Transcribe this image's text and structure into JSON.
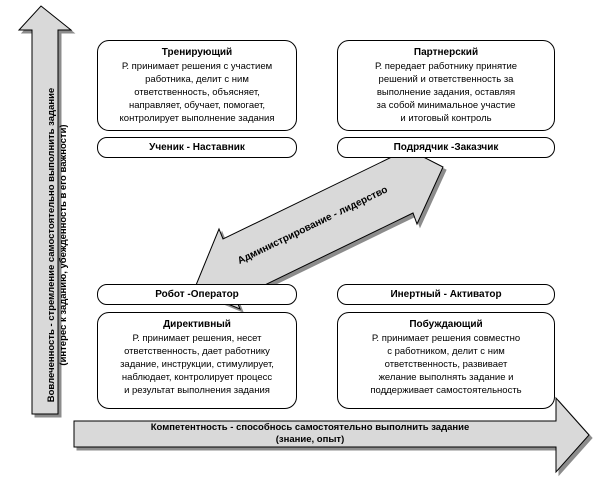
{
  "axes": {
    "y_label_line1": "Вовлеченность - стремление самостоятельно выполнить задание",
    "y_label_line2": "(интерес к заданию, убежденность в его важности)",
    "x_label_line1": "Компетентность - способнось самостоятельно выполнить задание",
    "x_label_line2": "(знание, опыт)",
    "diagonal_label": "Администрирование - лидерство"
  },
  "quadrants": {
    "top_left": {
      "title": "Тренирующий",
      "lines": [
        "Р. принимает решения с участием",
        "работника, делит с ним",
        "ответственность, объясняет,",
        "направляет, обучает, помогает,",
        "контролирует выполнение задания"
      ],
      "role": "Ученик - Наставник"
    },
    "top_right": {
      "title": "Партнерский",
      "lines": [
        "Р. передает работнику  принятие",
        "решений и ответственность за",
        "выполнение задания, оставляя",
        "за  собой  минимальное участие",
        "и  итоговый контроль"
      ],
      "role": "Подрядчик -Заказчик"
    },
    "bottom_left": {
      "title": "Директивный",
      "lines": [
        "Р. принимает решения, несет",
        "ответственность, дает  работнику",
        "задание,  инструкции, стимулирует,",
        "наблюдает, контролирует процесс",
        "и результат выполнения  задания"
      ],
      "role": "Робот -Оператор"
    },
    "bottom_right": {
      "title": "Побуждающий",
      "lines": [
        "Р. принимает решения совместно",
        "с работником, делит с ним",
        "ответственность, развивает",
        "желание выполнять задание и",
        "поддерживает самостоятельность"
      ],
      "role": "Инертный - Активатор"
    }
  },
  "colors": {
    "arrow_fill": "#d9d9d9",
    "arrow_stroke": "#000000",
    "box_fill": "#ffffff"
  }
}
